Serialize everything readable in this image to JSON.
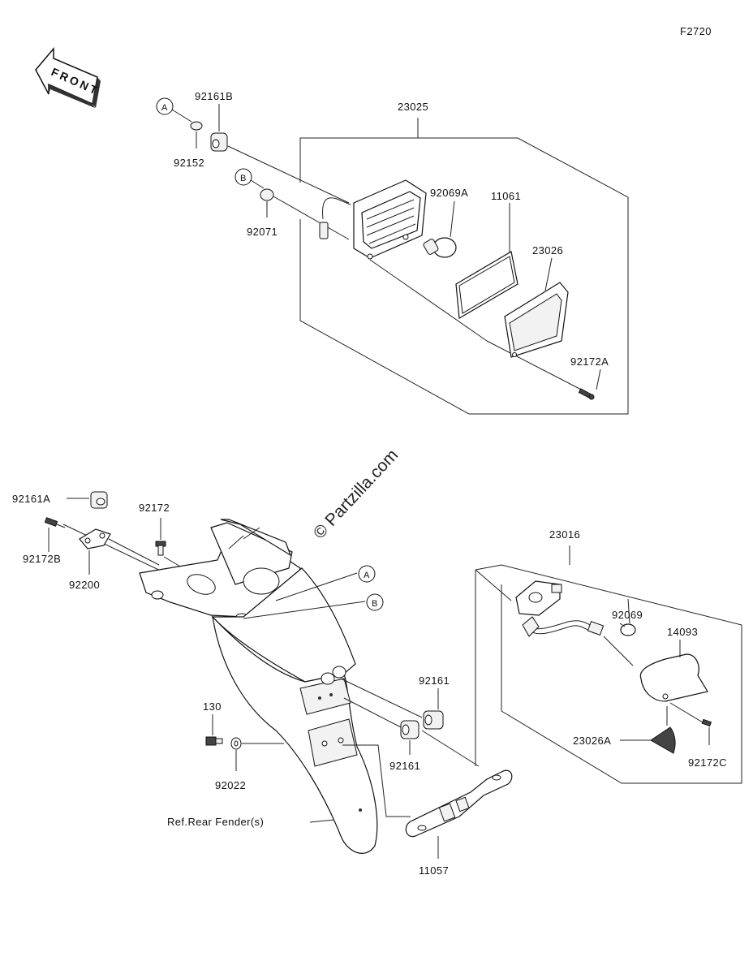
{
  "figure_code": "F2720",
  "front_arrow_label": "FRONT",
  "watermark": "© Partzilla.com",
  "callouts": {
    "a": "A",
    "b": "B"
  },
  "parts": {
    "p23025": "23025",
    "p92161B": "92161B",
    "p92152": "92152",
    "p92071": "92071",
    "p92069A": "92069A",
    "p11061": "11061",
    "p23026": "23026",
    "p92172A": "92172A",
    "p92161A": "92161A",
    "p92172": "92172",
    "p92172B": "92172B",
    "p92200": "92200",
    "p23016": "23016",
    "p92069": "92069",
    "p14093": "14093",
    "p92161_upper": "92161",
    "p92161_lower": "92161",
    "p130": "130",
    "p92022": "92022",
    "p23026A": "23026A",
    "p92172C": "92172C",
    "p11057": "11057"
  },
  "ref_label": "Ref.Rear Fender(s)"
}
